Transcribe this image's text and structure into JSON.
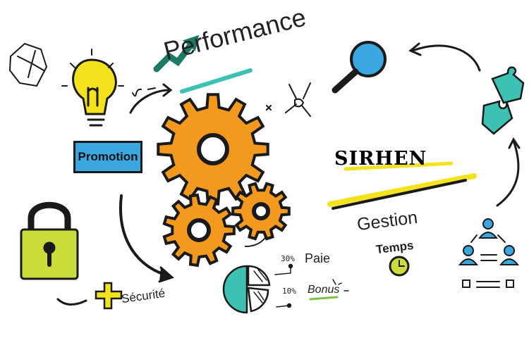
{
  "title": "SIRHEN",
  "labels": {
    "performance": "Performance",
    "promotion": "Promotion",
    "gestion": "Gestion",
    "temps": "Temps",
    "paie": "Paie",
    "paie_percent": "30%",
    "bonus": "Bonus",
    "bonus_percent": "10%",
    "securite": "Sécurité"
  },
  "colors": {
    "gear": "#f39a1e",
    "teal": "#3cc1b2",
    "blue": "#3aa7e0",
    "yellow": "#f4e21c",
    "lime": "#c9dc3a"
  }
}
